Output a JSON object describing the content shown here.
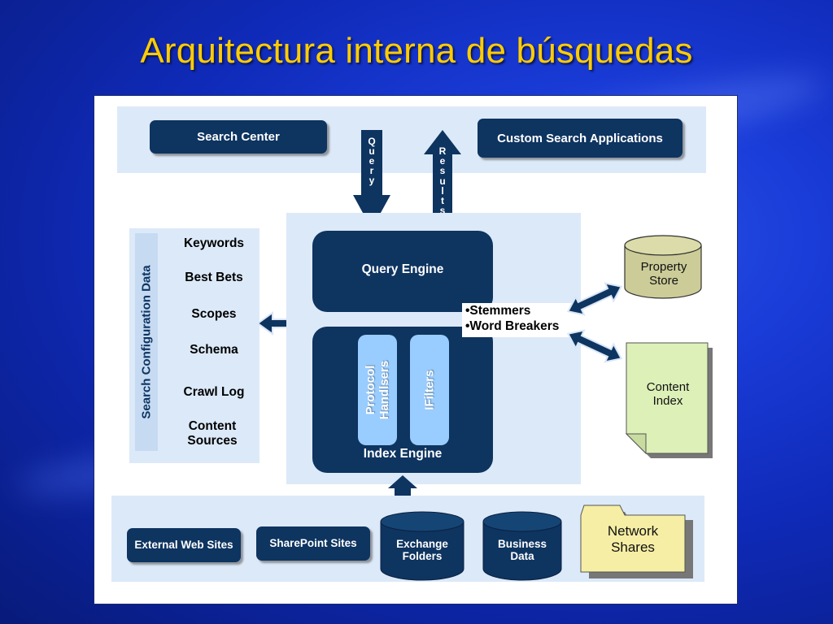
{
  "slide": {
    "title": "Arquitectura interna de búsquedas"
  },
  "top_band": {
    "search_center": "Search Center",
    "custom_search": "Custom Search Applications",
    "query_letters": [
      "Q",
      "u",
      "e",
      "r",
      "y"
    ],
    "results_letters": [
      "R",
      "e",
      "s",
      "u",
      "l",
      "t",
      "s"
    ]
  },
  "config": {
    "vertical_label": "Search Configuration Data",
    "items": [
      "Keywords",
      "Best Bets",
      "Scopes",
      "Schema",
      "Crawl Log",
      "Content Sources"
    ]
  },
  "engines": {
    "query_engine": "Query Engine",
    "index_engine": "Index Engine",
    "protocol_handlers": "Protocol Handlsers",
    "ifilters": "IFilters",
    "notes": [
      "•Stemmers",
      "•Word Breakers"
    ]
  },
  "stores": {
    "property_store": "Property Store",
    "content_index": "Content Index"
  },
  "sources": {
    "external_web": "External Web Sites",
    "sharepoint": "SharePoint Sites",
    "exchange": "Exchange Folders",
    "business_data": "Business Data",
    "network_shares": "Network Shares"
  },
  "colors": {
    "navy": "#0e3460",
    "light_band": "#dce9f8",
    "pill": "#99ccff",
    "title": "#ffcc00",
    "cylinder": "#cccc99",
    "doc": "#ddf0b8",
    "folder": "#f6eea4"
  }
}
